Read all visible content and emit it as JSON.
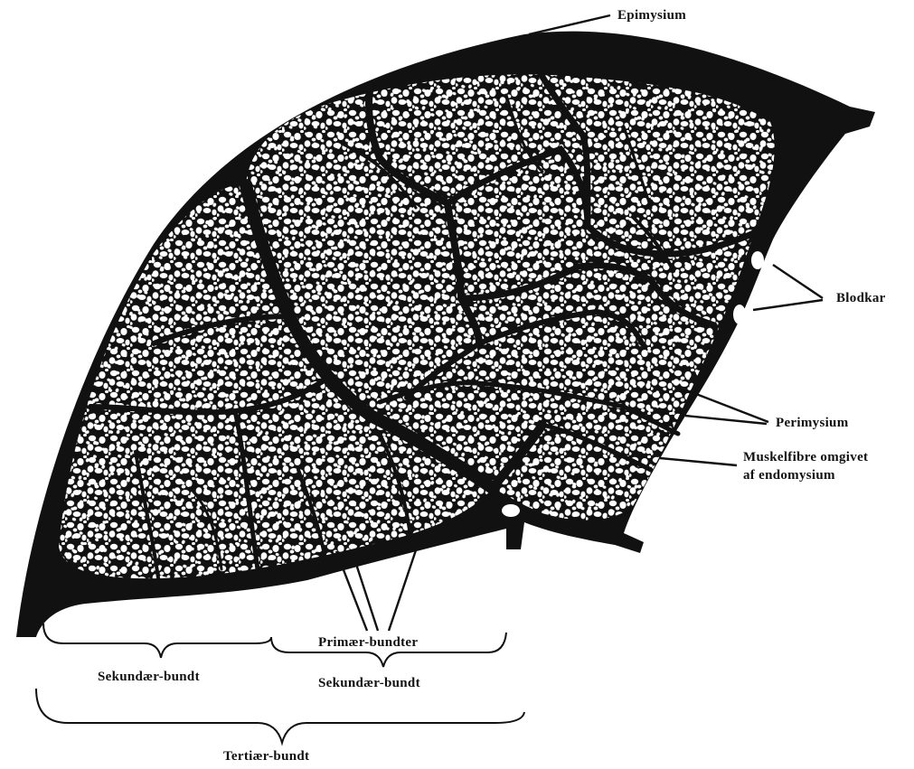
{
  "colors": {
    "tissue": "#111111",
    "fiber": "#ffffff",
    "background": "#ffffff",
    "text": "#111111"
  },
  "labels": {
    "epimysium": "Epimysium",
    "blodkar": "Blodkar",
    "perimysium": "Perimysium",
    "muskelfibre_line1": "Muskelfibre omgivet",
    "muskelfibre_line2": "af endomysium",
    "primaer_bundter": "Primær-bundter",
    "sekundaer_bundt_left": "Sekundær-bundt",
    "sekundaer_bundt_right": "Sekundær-bundt",
    "tertiaer_bundt": "Tertiær-bundt"
  }
}
